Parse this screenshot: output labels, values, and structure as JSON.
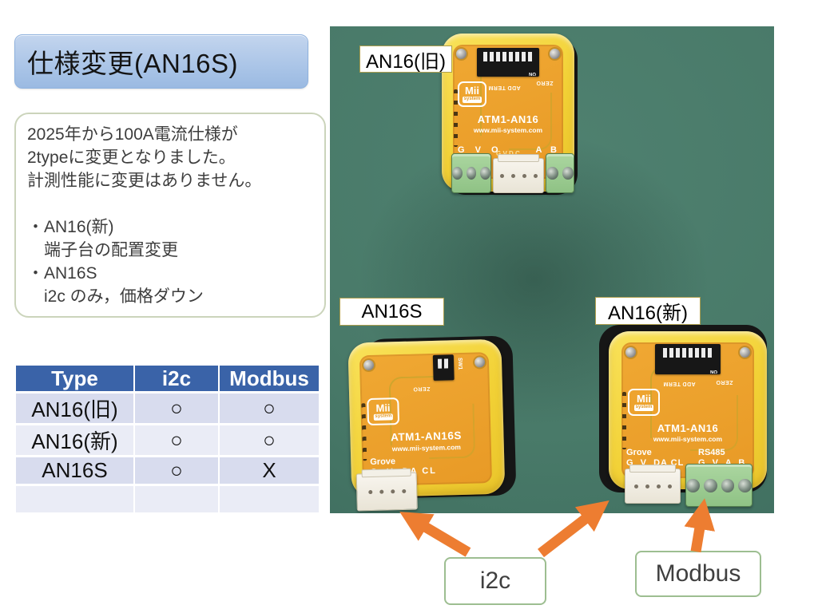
{
  "title": "仕様変更(AN16S)",
  "info": {
    "lines": [
      "2025年から100A電流仕様が",
      "2typeに変更となりました。",
      "計測性能に変更はありません。",
      "",
      "・AN16(新)",
      "　端子台の配置変更",
      "・AN16S",
      "　i2c のみ，価格ダウン"
    ]
  },
  "table": {
    "headers": [
      "Type",
      "i2c",
      "Modbus"
    ],
    "rows": [
      [
        "AN16(旧)",
        "○",
        "○"
      ],
      [
        "AN16(新)",
        "○",
        "○"
      ],
      [
        "AN16S",
        "○",
        "X"
      ],
      [
        "",
        "",
        ""
      ]
    ]
  },
  "photo": {
    "label_old": "AN16(旧)",
    "label_s": "AN16S",
    "label_new": "AN16(新)",
    "board_old": {
      "logo": "Mii",
      "logo_sub": "system",
      "name": "ATM1-AN16",
      "url": "www.mii-system.com",
      "pins_left": "G V O",
      "pins_mid": "G V D C",
      "pins_right": "A B",
      "dip_on": "ON",
      "zero": "ZERO",
      "term": "TERM",
      "add": "ADD"
    },
    "board_s": {
      "logo": "Mii",
      "logo_sub": "system",
      "name": "ATM1-AN16S",
      "url": "www.mii-system.com",
      "grove": "Grove",
      "grove_pins": "G  V  DA CL",
      "sw": "SW1",
      "zero": "ZERO"
    },
    "board_new": {
      "logo": "Mii",
      "logo_sub": "system",
      "name": "ATM1-AN16",
      "url": "www.mii-system.com",
      "grove": "Grove",
      "grove_pins": "G  V  DA CL",
      "rs485": "RS485",
      "rs485_pins": "G  V  A  B",
      "dip_on": "ON",
      "zero": "ZERO",
      "term": "TERM",
      "add": "ADD"
    }
  },
  "callouts": {
    "i2c": "i2c",
    "modbus": "Modbus"
  },
  "colors": {
    "arrow_orange": "#ED7D31",
    "table_header_blue": "#3A63A8",
    "table_row_dark": "#D8DCEE",
    "table_row_light": "#EAECF6",
    "title_fill_blue": "#A6C2E6",
    "photo_green": "#497A69",
    "board_yellow": "#F2D136",
    "pcb_orange": "#E89A26",
    "callout_border_green": "#9DBE91"
  }
}
